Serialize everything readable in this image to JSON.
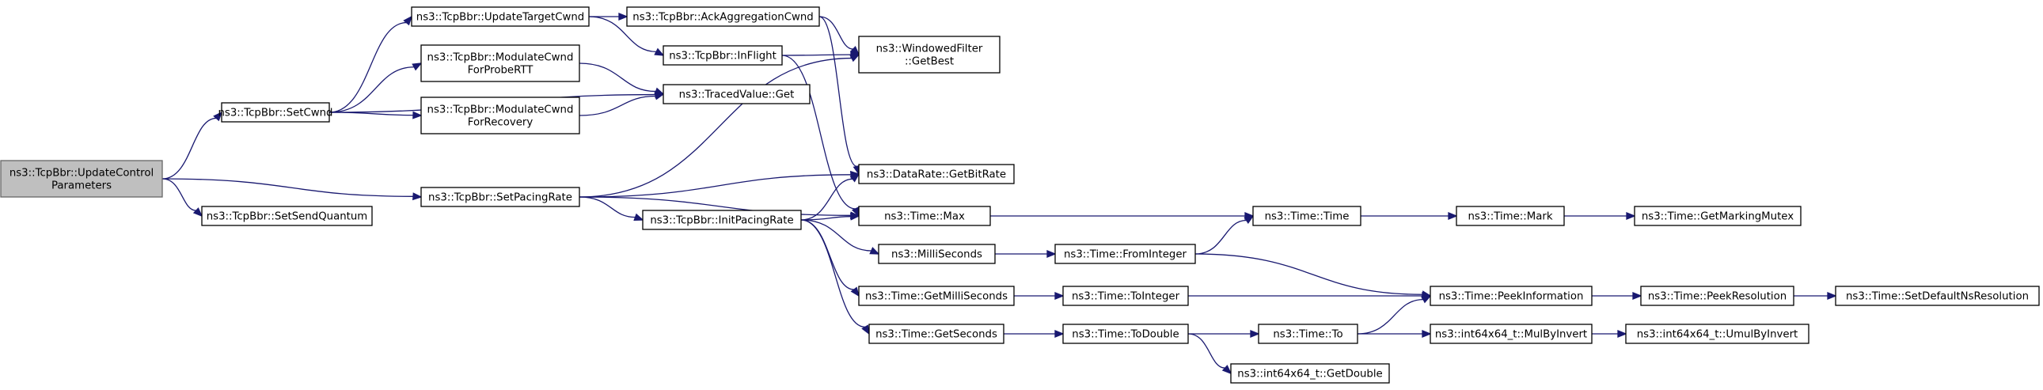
{
  "graph": {
    "nodes": [
      {
        "id": "n0",
        "lines": [
          "ns3::TcpBbr::UpdateControl",
          "Parameters"
        ]
      },
      {
        "id": "n1",
        "lines": [
          "ns3::TcpBbr::SetCwnd"
        ]
      },
      {
        "id": "n2",
        "lines": [
          "ns3::TcpBbr::SetPacingRate"
        ]
      },
      {
        "id": "n3",
        "lines": [
          "ns3::TcpBbr::SetSendQuantum"
        ]
      },
      {
        "id": "n4",
        "lines": [
          "ns3::TcpBbr::UpdateTargetCwnd"
        ]
      },
      {
        "id": "n5",
        "lines": [
          "ns3::TcpBbr::ModulateCwnd",
          "ForProbeRTT"
        ]
      },
      {
        "id": "n6",
        "lines": [
          "ns3::TcpBbr::ModulateCwnd",
          "ForRecovery"
        ]
      },
      {
        "id": "n7",
        "lines": [
          "ns3::TcpBbr::AckAggregationCwnd"
        ]
      },
      {
        "id": "n8",
        "lines": [
          "ns3::TcpBbr::InFlight"
        ]
      },
      {
        "id": "n9",
        "lines": [
          "ns3::TracedValue::Get"
        ]
      },
      {
        "id": "n10",
        "lines": [
          "ns3::WindowedFilter",
          "::GetBest"
        ]
      },
      {
        "id": "n11",
        "lines": [
          "ns3::DataRate::GetBitRate"
        ]
      },
      {
        "id": "n12",
        "lines": [
          "ns3::Time::Max"
        ]
      },
      {
        "id": "n13",
        "lines": [
          "ns3::TcpBbr::InitPacingRate"
        ]
      },
      {
        "id": "n14",
        "lines": [
          "ns3::MilliSeconds"
        ]
      },
      {
        "id": "n15",
        "lines": [
          "ns3::Time::GetMilliSeconds"
        ]
      },
      {
        "id": "n16",
        "lines": [
          "ns3::Time::GetSeconds"
        ]
      },
      {
        "id": "n17",
        "lines": [
          "ns3::Time::Time"
        ]
      },
      {
        "id": "n18",
        "lines": [
          "ns3::Time::FromInteger"
        ]
      },
      {
        "id": "n19",
        "lines": [
          "ns3::Time::ToInteger"
        ]
      },
      {
        "id": "n20",
        "lines": [
          "ns3::Time::ToDouble"
        ]
      },
      {
        "id": "n21",
        "lines": [
          "ns3::Time::Mark"
        ]
      },
      {
        "id": "n22",
        "lines": [
          "ns3::Time::PeekInformation"
        ]
      },
      {
        "id": "n23",
        "lines": [
          "ns3::Time::To"
        ]
      },
      {
        "id": "n24",
        "lines": [
          "ns3::int64x64_t::GetDouble"
        ]
      },
      {
        "id": "n25",
        "lines": [
          "ns3::Time::GetMarkingMutex"
        ]
      },
      {
        "id": "n26",
        "lines": [
          "ns3::Time::PeekResolution"
        ]
      },
      {
        "id": "n27",
        "lines": [
          "ns3::int64x64_t::MulByInvert"
        ]
      },
      {
        "id": "n28",
        "lines": [
          "ns3::Time::SetDefaultNsResolution"
        ]
      },
      {
        "id": "n29",
        "lines": [
          "ns3::int64x64_t::UmulByInvert"
        ]
      }
    ],
    "edges": [
      [
        "n0",
        "n1"
      ],
      [
        "n0",
        "n2"
      ],
      [
        "n0",
        "n3"
      ],
      [
        "n1",
        "n4"
      ],
      [
        "n1",
        "n5"
      ],
      [
        "n1",
        "n6"
      ],
      [
        "n1",
        "n9"
      ],
      [
        "n4",
        "n7"
      ],
      [
        "n4",
        "n8"
      ],
      [
        "n7",
        "n10"
      ],
      [
        "n7",
        "n11"
      ],
      [
        "n8",
        "n10"
      ],
      [
        "n8",
        "n12"
      ],
      [
        "n5",
        "n9"
      ],
      [
        "n6",
        "n9"
      ],
      [
        "n2",
        "n10"
      ],
      [
        "n2",
        "n11"
      ],
      [
        "n2",
        "n12"
      ],
      [
        "n2",
        "n13"
      ],
      [
        "n13",
        "n11"
      ],
      [
        "n13",
        "n12"
      ],
      [
        "n13",
        "n14"
      ],
      [
        "n13",
        "n15"
      ],
      [
        "n13",
        "n16"
      ],
      [
        "n12",
        "n17"
      ],
      [
        "n14",
        "n18"
      ],
      [
        "n18",
        "n17"
      ],
      [
        "n18",
        "n22"
      ],
      [
        "n15",
        "n19"
      ],
      [
        "n19",
        "n22"
      ],
      [
        "n16",
        "n20"
      ],
      [
        "n20",
        "n23"
      ],
      [
        "n20",
        "n24"
      ],
      [
        "n23",
        "n22"
      ],
      [
        "n23",
        "n27"
      ],
      [
        "n17",
        "n21"
      ],
      [
        "n21",
        "n25"
      ],
      [
        "n22",
        "n26"
      ],
      [
        "n26",
        "n28"
      ],
      [
        "n27",
        "n29"
      ]
    ]
  }
}
